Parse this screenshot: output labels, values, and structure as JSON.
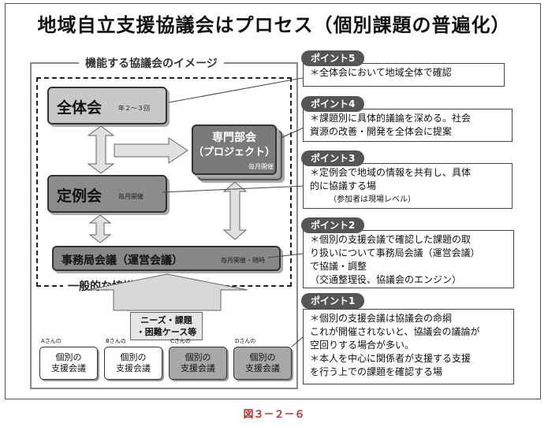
{
  "title": "地域自立支援協議会はプロセス（個別課題の普遍化）",
  "outer_label": "機能する協議会のイメージ",
  "dashed_label": "一般的な協議会のイメージ",
  "zentai": {
    "label": "全体会",
    "note": "年２～３回"
  },
  "senmon": {
    "line1": "専門部会",
    "line2": "（プロジェクト）",
    "note": "毎月開催"
  },
  "teirei": {
    "label": "定例会",
    "note": "毎月開催"
  },
  "jimu": {
    "label": "事務局会議（運営会議）",
    "note": "毎月開催・随時"
  },
  "needs": {
    "line1": "ニーズ・課題",
    "line2": "・困難ケース等"
  },
  "individual": [
    {
      "name": "Aさんの",
      "line1": "個別の",
      "line2": "支援会議"
    },
    {
      "name": "Bさんの",
      "line1": "個別の",
      "line2": "支援会議"
    },
    {
      "name": "Cさんの",
      "line1": "個別の",
      "line2": "支援会議"
    },
    {
      "name": "Dさんの",
      "line1": "個別の",
      "line2": "支援会議"
    }
  ],
  "points": [
    {
      "tag": "ポイント5",
      "text": [
        "＊全体会において地域全体で確認"
      ]
    },
    {
      "tag": "ポイント4",
      "text": [
        "＊課題別に具体的議論を深める。社会",
        "資源の改善・開発を全体会に提案"
      ]
    },
    {
      "tag": "ポイント3",
      "text": [
        "＊定例会で地域の情報を共有し、具体",
        "的に協議する場",
        "（参加者は現場レベル）"
      ]
    },
    {
      "tag": "ポイント2",
      "text": [
        "＊個別の支援会議で確認した課題の取",
        "り扱いについて事務局会議（運営会議）",
        "で協議・調整",
        "（交通整理役、協議会のエンジン）"
      ]
    },
    {
      "tag": "ポイント1",
      "text": [
        "＊個別の支援会議は協議会の命綱",
        "これが開催されないと、協議会の議論が",
        "空回りする場合が多い。",
        "＊本人を中心に関係者が支援する支援",
        "を行う上での課題を確認する場"
      ]
    }
  ],
  "caption": "図３－２－６"
}
